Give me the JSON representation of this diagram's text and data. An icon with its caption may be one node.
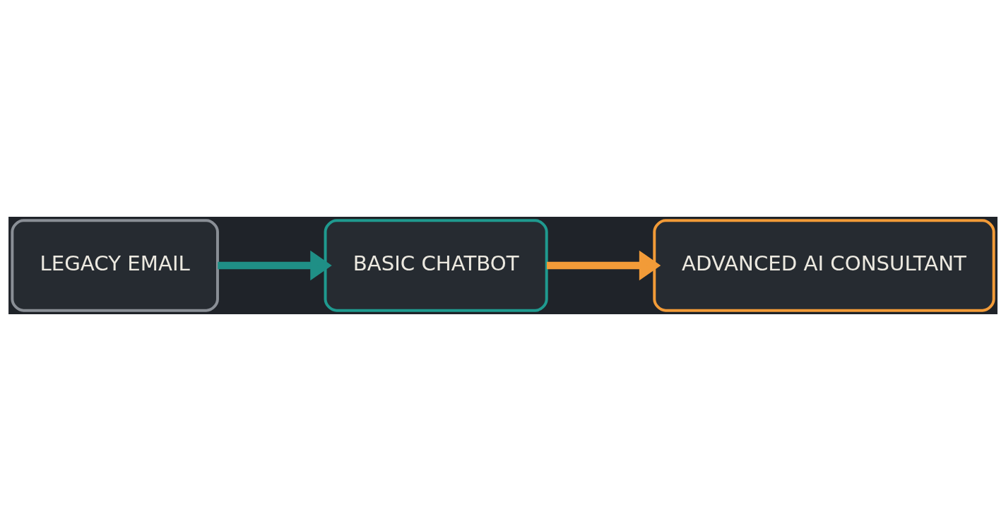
{
  "diagram": {
    "nodes": [
      {
        "text": [
          "LEGACY EMAIL"
        ]
      },
      {
        "text": [
          "BASIC CHATBOT"
        ]
      },
      {
        "text": [
          "ADVANCED AI CONSULTANT"
        ]
      }
    ],
    "edges": [
      {
        "from": 0,
        "to": 1,
        "arrow": "to"
      },
      {
        "from": 1,
        "to": 2,
        "arrow": "to",
        "color": "#f29b38"
      }
    ]
  }
}
